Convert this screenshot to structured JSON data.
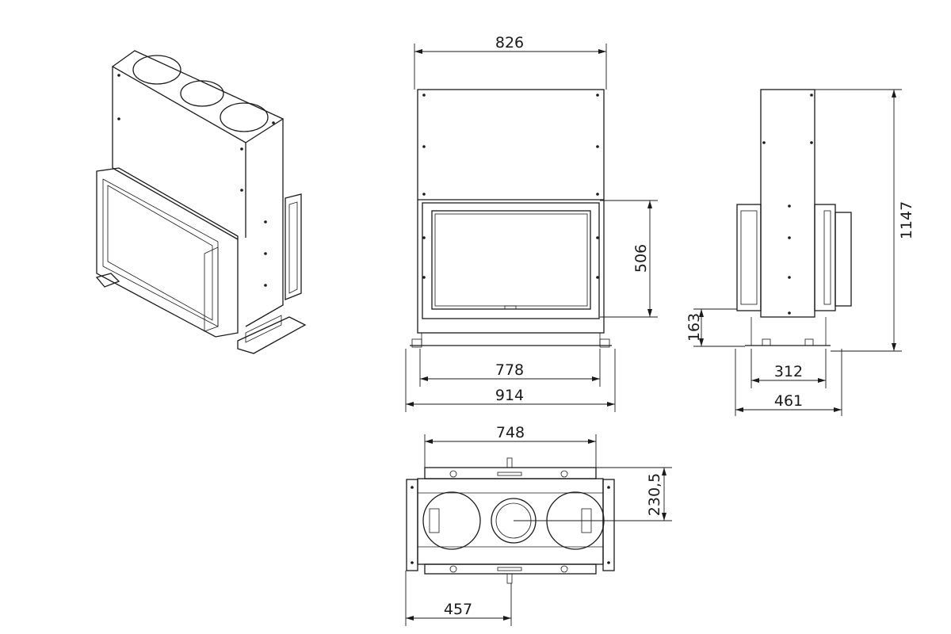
{
  "title": "Fireplace insert dimensional drawing",
  "colors": {
    "line": "#1a1a1a",
    "background": "#ffffff"
  },
  "dimensions": {
    "front_top_width": "826",
    "front_door_height": "506",
    "front_inner_width": "778",
    "front_base_width": "914",
    "side_total_height": "1147",
    "side_base_height": "163",
    "side_inner_depth": "312",
    "side_total_depth": "461",
    "top_width": "748",
    "top_offset": "230,5",
    "top_half_width": "457"
  }
}
